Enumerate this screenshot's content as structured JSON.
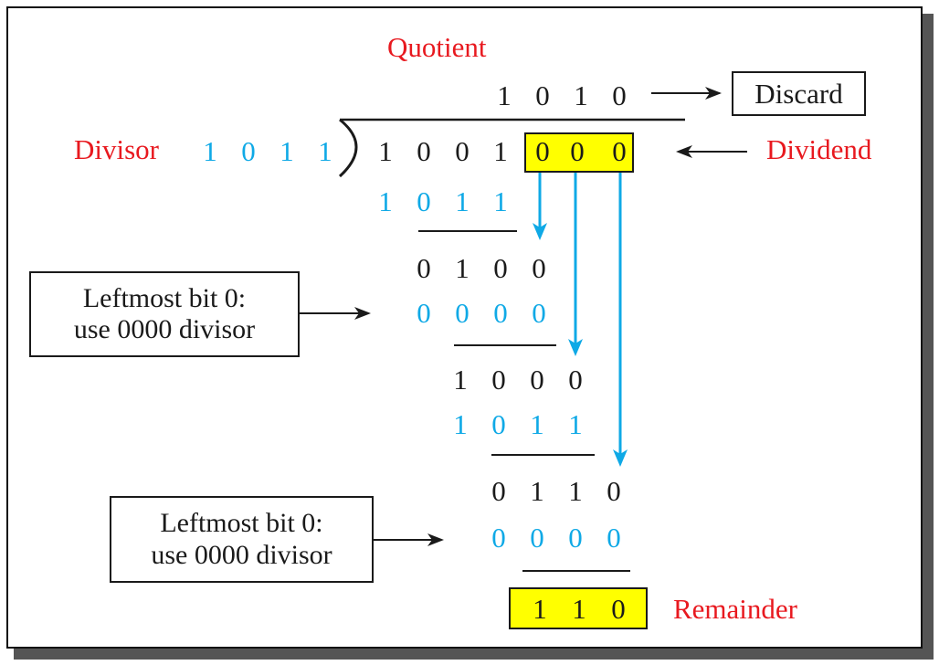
{
  "labels": {
    "quotient": "Quotient",
    "divisor": "Divisor",
    "dividend": "Dividend",
    "remainder": "Remainder",
    "discard": "Discard"
  },
  "quotient_bits": [
    "1",
    "0",
    "1",
    "0"
  ],
  "divisor_bits": [
    "1",
    "0",
    "1",
    "1"
  ],
  "dividend_bits": [
    "1",
    "0",
    "0",
    "1"
  ],
  "appended_zeros": [
    "0",
    "0",
    "0"
  ],
  "steps": [
    {
      "subtrahend": [
        "1",
        "0",
        "1",
        "1"
      ]
    },
    {
      "result": [
        "0",
        "1",
        "0",
        "0"
      ],
      "subtrahend": [
        "0",
        "0",
        "0",
        "0"
      ]
    },
    {
      "result": [
        "1",
        "0",
        "0",
        "0"
      ],
      "subtrahend": [
        "1",
        "0",
        "1",
        "1"
      ]
    },
    {
      "result": [
        "0",
        "1",
        "1",
        "0"
      ],
      "subtrahend": [
        "0",
        "0",
        "0",
        "0"
      ]
    }
  ],
  "remainder_bits": [
    "1",
    "1",
    "0"
  ],
  "notes": [
    {
      "line1": "Leftmost bit 0:",
      "line2": "use 0000 divisor"
    },
    {
      "line1": "Leftmost bit 0:",
      "line2": "use 0000 divisor"
    }
  ],
  "colors": {
    "label_red": "#e8191f",
    "divisor_blue": "#0fa9e6",
    "highlight_yellow": "#ffff00",
    "text_black": "#1a1a1a"
  }
}
